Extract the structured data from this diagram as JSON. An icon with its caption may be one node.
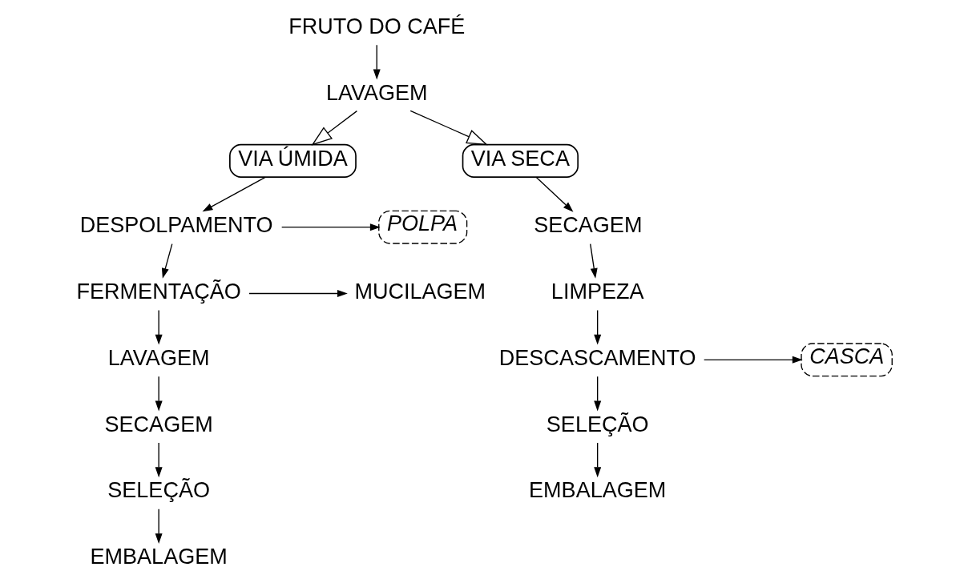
{
  "diagram": {
    "nodes": [
      {
        "text": [
          "FRUTO DO CAFÉ"
        ]
      },
      {
        "text": [
          "LAVAGEM"
        ]
      },
      {
        "text": [
          "VIA ÚMIDA"
        ]
      },
      {
        "text": [
          "VIA SECA"
        ]
      },
      {
        "text": [
          "POLPA"
        ]
      },
      {
        "text": [
          "DESPOLPAMENTO"
        ]
      },
      {
        "text": [
          "SECAGEM"
        ]
      },
      {
        "text": [
          "MUCILAGEM"
        ]
      },
      {
        "text": [
          "FERMENTAÇÃO"
        ]
      },
      {
        "text": [
          "LIMPEZA"
        ]
      },
      {
        "text": [
          "LAVAGEM"
        ]
      },
      {
        "text": [
          "DESCASCAMENTO"
        ]
      },
      {
        "text": [
          "CASCA"
        ]
      },
      {
        "text": [
          "SECAGEM"
        ]
      },
      {
        "text": [
          "SELEÇÃO"
        ]
      },
      {
        "text": [
          "SELEÇÃO"
        ]
      },
      {
        "text": [
          "EMBALAGEM"
        ]
      },
      {
        "text": [
          "EMBALAGEM"
        ]
      }
    ],
    "edges": [
      {
        "from": 0,
        "to": 1,
        "arrow": "to"
      },
      {
        "from": 1,
        "to": 2,
        "arrow": "to"
      },
      {
        "from": 1,
        "to": 3,
        "arrow": "to"
      },
      {
        "from": 2,
        "to": 5,
        "arrow": "to"
      },
      {
        "from": 5,
        "to": 4,
        "arrow": "to"
      },
      {
        "from": 5,
        "to": 8,
        "arrow": "to"
      },
      {
        "from": 8,
        "to": 7,
        "arrow": "to"
      },
      {
        "from": 8,
        "to": 10,
        "arrow": "to"
      },
      {
        "from": 10,
        "to": 13,
        "arrow": "to"
      },
      {
        "from": 13,
        "to": 15,
        "arrow": "to"
      },
      {
        "from": 15,
        "to": 17,
        "arrow": "to"
      },
      {
        "from": 3,
        "to": 6,
        "arrow": "to"
      },
      {
        "from": 6,
        "to": 9,
        "arrow": "to"
      },
      {
        "from": 9,
        "to": 11,
        "arrow": "to"
      },
      {
        "from": 11,
        "to": 12,
        "arrow": "to"
      },
      {
        "from": 11,
        "to": 14,
        "arrow": "to"
      },
      {
        "from": 14,
        "to": 16,
        "arrow": "to"
      }
    ]
  }
}
